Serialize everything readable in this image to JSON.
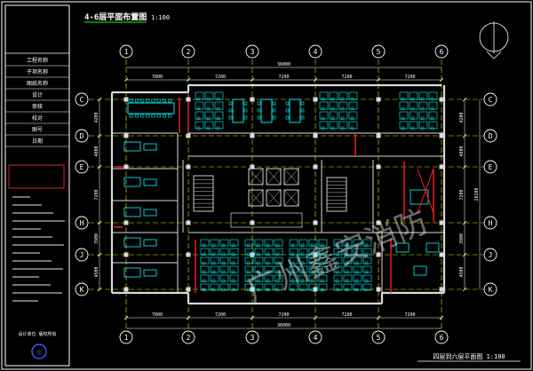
{
  "drawing": {
    "sheet_title": "4-6层平面布置图",
    "scale": "1:100",
    "bottom_title": "四层到六层平面图 1:100",
    "watermark": "广州鑫安消防"
  },
  "grid": {
    "columns": [
      "1",
      "2",
      "3",
      "4",
      "5",
      "6"
    ],
    "rows": [
      "C",
      "D",
      "E",
      "H",
      "J",
      "K"
    ]
  },
  "dimensions": {
    "top_total": "36000",
    "top_spans": [
      "7800",
      "7200",
      "7200",
      "7200",
      "7200"
    ],
    "bottom_total": "36000",
    "bottom_spans": [
      "7800",
      "7200",
      "7200",
      "7200",
      "7200"
    ],
    "left_spans": [
      "4200",
      "4800",
      "7200",
      "3900",
      "4500"
    ],
    "right_total": "28200",
    "right_spans": [
      "4200",
      "4800",
      "7200",
      "3900",
      "4500"
    ]
  },
  "title_block": {
    "company_note": "设计单位 版权所有",
    "rows": [
      "工程名称",
      "子项名称",
      "图纸名称",
      "设计",
      "审核",
      "校对",
      "图号",
      "日期"
    ]
  },
  "colors": {
    "background": "#000000",
    "frame": "#ffffff",
    "wall": "#d9d9d9",
    "grid_line": "#e8e800",
    "furniture": "#00ffff",
    "fire_door": "#ff2020",
    "dimension": "#ffffff",
    "green_text": "#00ff00",
    "stamp": "#ff3030",
    "logo": "#3a5bff"
  }
}
